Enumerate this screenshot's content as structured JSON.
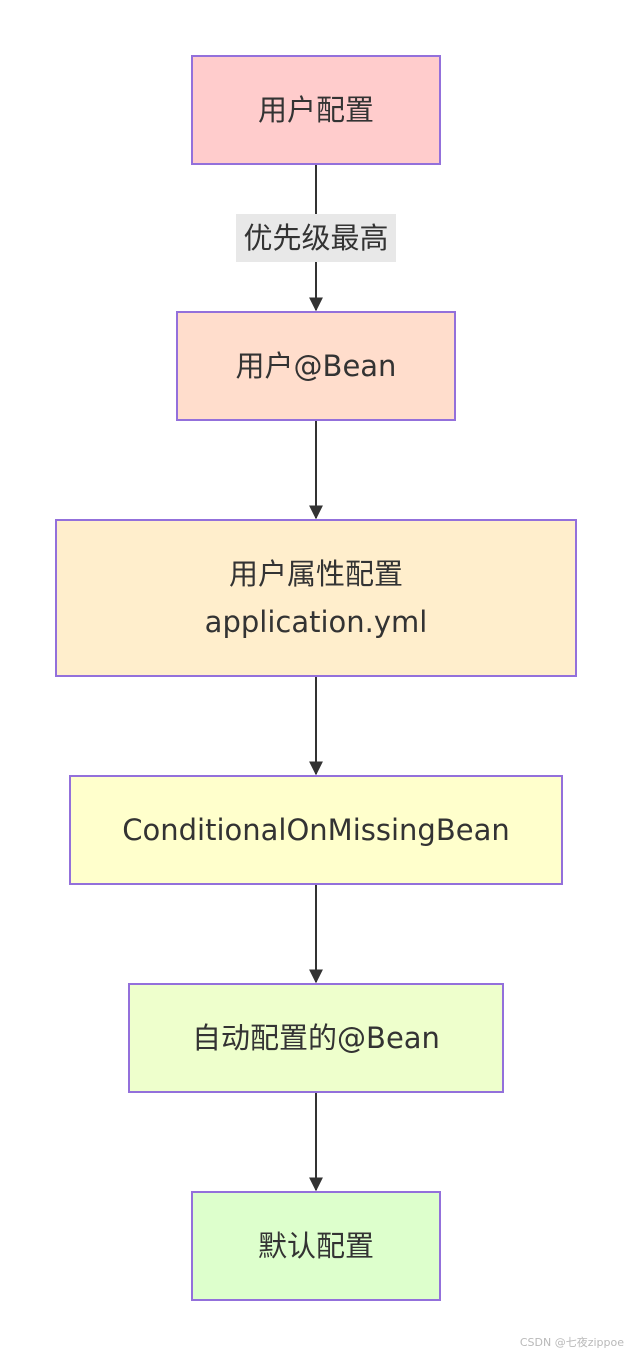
{
  "nodes": [
    {
      "lines": [
        "用户配置"
      ],
      "fill": "#ffcccc"
    },
    {
      "lines": [
        "用户@Bean"
      ],
      "fill": "#ffddcc"
    },
    {
      "lines": [
        "用户属性配置",
        "application.yml"
      ],
      "fill": "#ffeecc"
    },
    {
      "lines": [
        "ConditionalOnMissingBean"
      ],
      "fill": "#ffffcc"
    },
    {
      "lines": [
        "自动配置的@Bean"
      ],
      "fill": "#eeffcc"
    },
    {
      "lines": [
        "默认配置"
      ],
      "fill": "#ddffcc"
    }
  ],
  "edges": [
    {
      "label": "优先级最高"
    },
    {
      "label": ""
    },
    {
      "label": ""
    },
    {
      "label": ""
    },
    {
      "label": ""
    }
  ],
  "colors": {
    "border": "#9370db",
    "arrow": "#333333",
    "label_bg": "#e8e8e8"
  },
  "watermark": "CSDN @七夜zippoe"
}
